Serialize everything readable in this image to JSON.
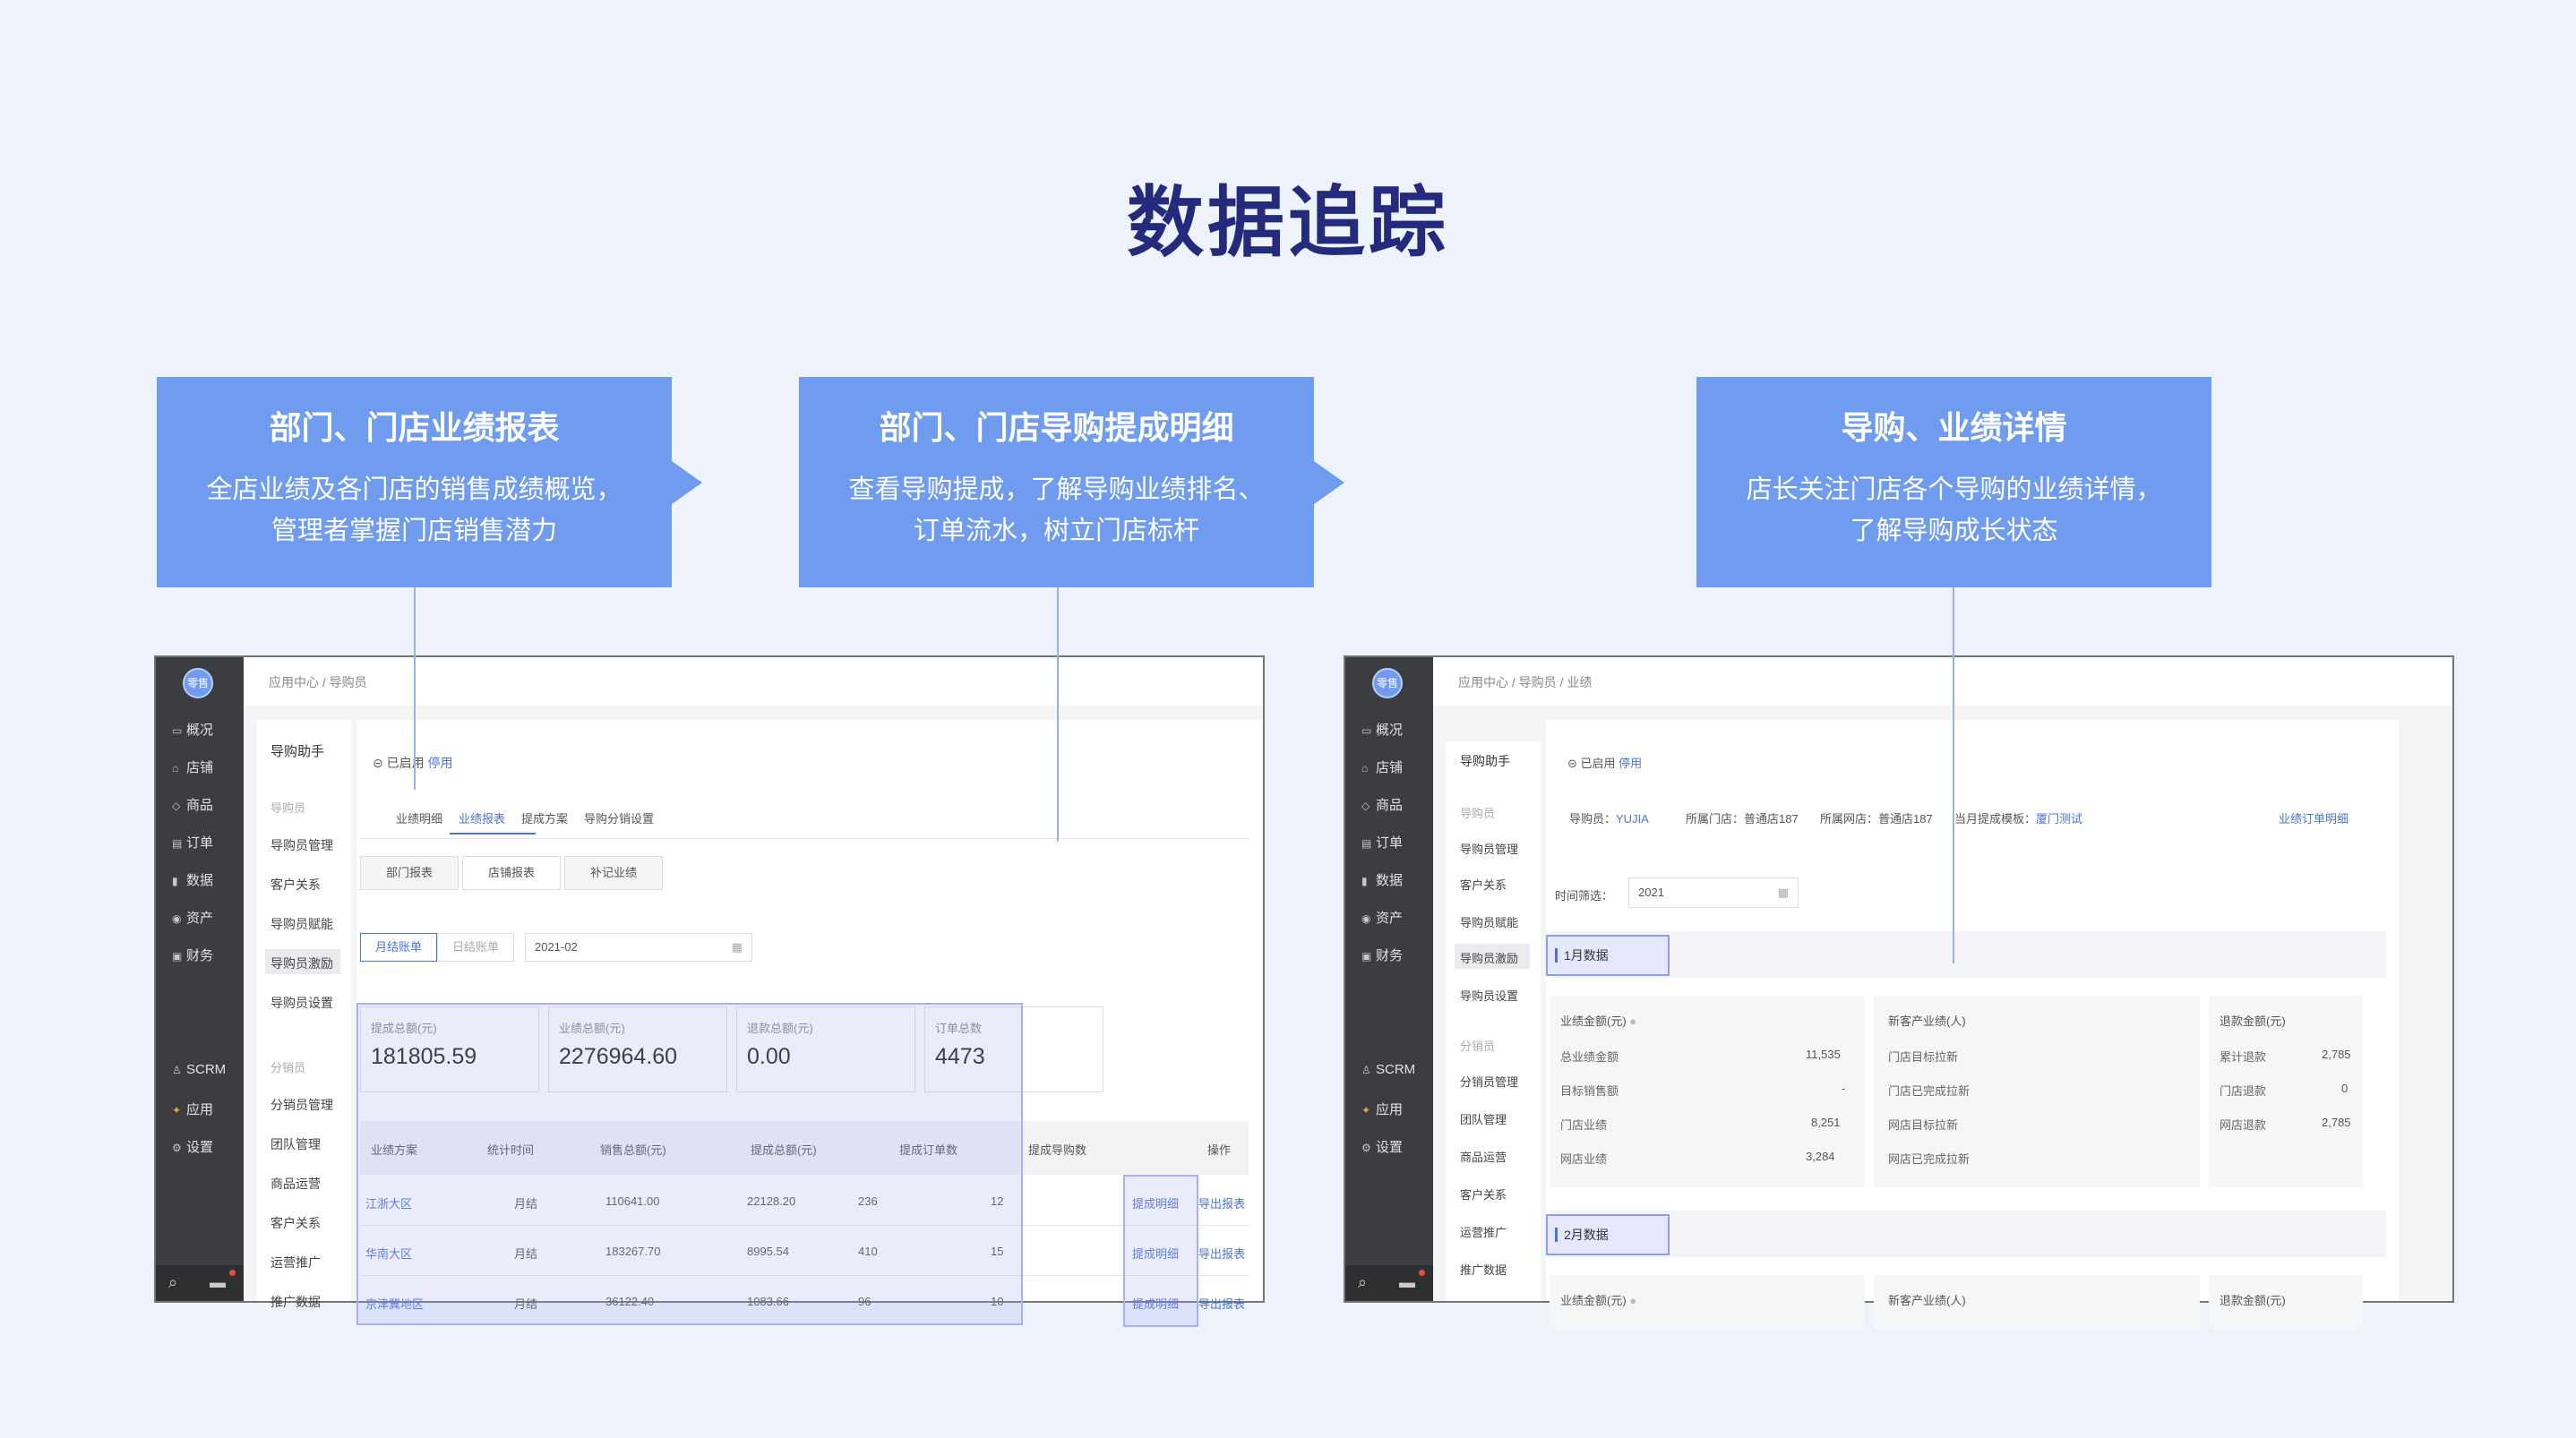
{
  "title": "数据追踪",
  "callouts": [
    {
      "title": "部门、门店业绩报表",
      "desc1": "全店业绩及各门店的销售成绩概览，",
      "desc2": "管理者掌握门店销售潜力"
    },
    {
      "title": "部门、门店导购提成明细",
      "desc1": "查看导购提成，了解导购业绩排名、",
      "desc2": "订单流水，树立门店标杆"
    },
    {
      "title": "导购、业绩详情",
      "desc1": "店长关注门店各个导购的业绩详情，",
      "desc2": "了解导购成长状态"
    }
  ],
  "nav": {
    "logo": "零售",
    "items": [
      "概况",
      "店铺",
      "商品",
      "订单",
      "数据",
      "资产",
      "财务"
    ],
    "scrm": "SCRM",
    "apps": "应用",
    "settings": "设置"
  },
  "left": {
    "breadcrumb": [
      "应用中心",
      "导购员"
    ],
    "sidebar": {
      "header": "导购助手",
      "group1": "导购员",
      "items1": [
        "导购员管理",
        "客户关系",
        "导购员赋能",
        "导购员激励",
        "导购员设置"
      ],
      "group2": "分销员",
      "items2": [
        "分销员管理",
        "团队管理",
        "商品运营",
        "客户关系",
        "运营推广",
        "推广数据"
      ]
    },
    "status": {
      "enabled": "已启用",
      "disable": "停用"
    },
    "tabs": [
      "业绩明细",
      "业绩报表",
      "提成方案",
      "导购分销设置"
    ],
    "subtabs": [
      "部门报表",
      "店铺报表",
      "补记业绩"
    ],
    "filter": {
      "monthly": "月结账单",
      "daily": "日结账单",
      "date": "2021-02"
    },
    "kpis": [
      {
        "label": "提成总额(元)",
        "value": "181805.59"
      },
      {
        "label": "业绩总额(元)",
        "value": "2276964.60"
      },
      {
        "label": "退款总额(元)",
        "value": "0.00"
      },
      {
        "label": "订单总数",
        "value": "4473"
      }
    ],
    "table": {
      "headers": [
        "业绩方案",
        "统计时间",
        "销售总额(元)",
        "提成总额(元)",
        "提成订单数",
        "提成导购数",
        "操作"
      ],
      "rows": [
        {
          "region": "江浙大区",
          "period": "月结",
          "sales": "110641.00",
          "commission": "22128.20",
          "orders": "236",
          "guides": "12"
        },
        {
          "region": "华南大区",
          "period": "月结",
          "sales": "183267.70",
          "commission": "8995.54",
          "orders": "410",
          "guides": "15"
        },
        {
          "region": "京津冀地区",
          "period": "月结",
          "sales": "36122.40",
          "commission": "1083.66",
          "orders": "96",
          "guides": "10"
        }
      ],
      "action_detail": "提成明细",
      "action_export": "导出报表"
    }
  },
  "right": {
    "breadcrumb": [
      "应用中心",
      "导购员",
      "业绩"
    ],
    "sidebar": {
      "header": "导购助手",
      "group1": "导购员",
      "items1": [
        "导购员管理",
        "客户关系",
        "导购员赋能",
        "导购员激励",
        "导购员设置"
      ],
      "group2": "分销员",
      "items2": [
        "分销员管理",
        "团队管理",
        "商品运营",
        "客户关系",
        "运营推广",
        "推广数据"
      ]
    },
    "status": {
      "enabled": "已启用",
      "disable": "停用"
    },
    "info": {
      "guide_label": "导购员：",
      "guide": "YUJIA",
      "store_label": "所属门店：",
      "store": "普通店187",
      "netstore_label": "所属网店：",
      "netstore": "普通店187",
      "template_label": "当月提成模板：",
      "template": "厦门测试",
      "order_link": "业绩订单明细"
    },
    "time_filter": {
      "label": "时间筛选：",
      "value": "2021"
    },
    "month1": "1月数据",
    "month2": "2月数据",
    "card1": {
      "title": "业绩金额(元)",
      "rows": [
        {
          "k": "总业绩金额",
          "v": "11,535"
        },
        {
          "k": "目标销售额",
          "v": "-"
        },
        {
          "k": "门店业绩",
          "v": "8,251"
        },
        {
          "k": "网店业绩",
          "v": "3,284"
        }
      ]
    },
    "card2": {
      "title": "新客产业绩(人)",
      "rows": [
        {
          "k": "门店目标拉新"
        },
        {
          "k": "门店已完成拉新"
        },
        {
          "k": "网店目标拉新"
        },
        {
          "k": "网店已完成拉新"
        }
      ]
    },
    "card3": {
      "title": "退款金额(元)",
      "rows": [
        {
          "k": "累计退款",
          "v": "2,785"
        },
        {
          "k": "门店退款",
          "v": "0"
        },
        {
          "k": "网店退款",
          "v": "2,785"
        }
      ]
    },
    "card1b": "业绩金额(元)",
    "card2b": "新客产业绩(人)",
    "card3b": "退款金额(元)"
  }
}
